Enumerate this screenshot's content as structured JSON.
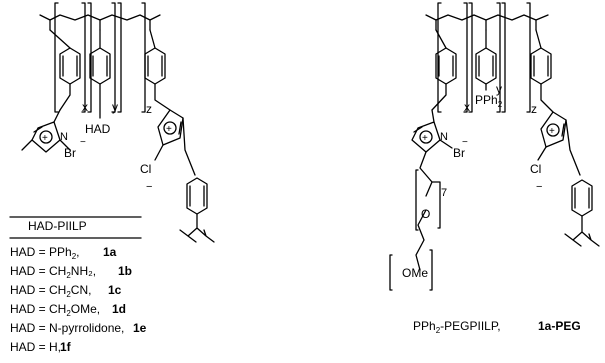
{
  "left": {
    "subscripts": {
      "x": "x",
      "y": "y",
      "z": "z"
    },
    "had_label": "HAD",
    "imid_plus": "+",
    "bromide": "Br",
    "chloride": "Cl",
    "anion_minus": "−",
    "n_label": "N",
    "table_header": "HAD-PIILP",
    "rows": [
      {
        "pre": "HAD = PPh",
        "sub": "2",
        "post": ",",
        "id": "1a"
      },
      {
        "pre": "HAD = CH",
        "sub": "2",
        "post": "NH₂,",
        "id": "1b"
      },
      {
        "pre": "HAD = CH",
        "sub": "2",
        "post": "CN,",
        "id": "1c"
      },
      {
        "pre": "HAD = CH",
        "sub": "2",
        "post": "OMe,",
        "id": "1d"
      },
      {
        "pre": "HAD = N-pyrrolidone,",
        "sub": "",
        "post": "",
        "id": "1e"
      },
      {
        "pre": "HAD = H,",
        "sub": "",
        "post": "",
        "id": "1f"
      }
    ]
  },
  "right": {
    "subscripts": {
      "x": "x",
      "y": "y",
      "z": "z"
    },
    "pph": "PPh",
    "pph_sub": "2",
    "imid_plus": "+",
    "bromide": "Br",
    "chloride": "Cl",
    "anion_minus": "−",
    "n_label": "N",
    "o_label": "O",
    "ome_label": "OMe",
    "peg_repeat": "7",
    "caption_pre": "PPh",
    "caption_sub": "2",
    "caption_post": "-PEGPIILP,",
    "caption_id": "1a-PEG"
  }
}
